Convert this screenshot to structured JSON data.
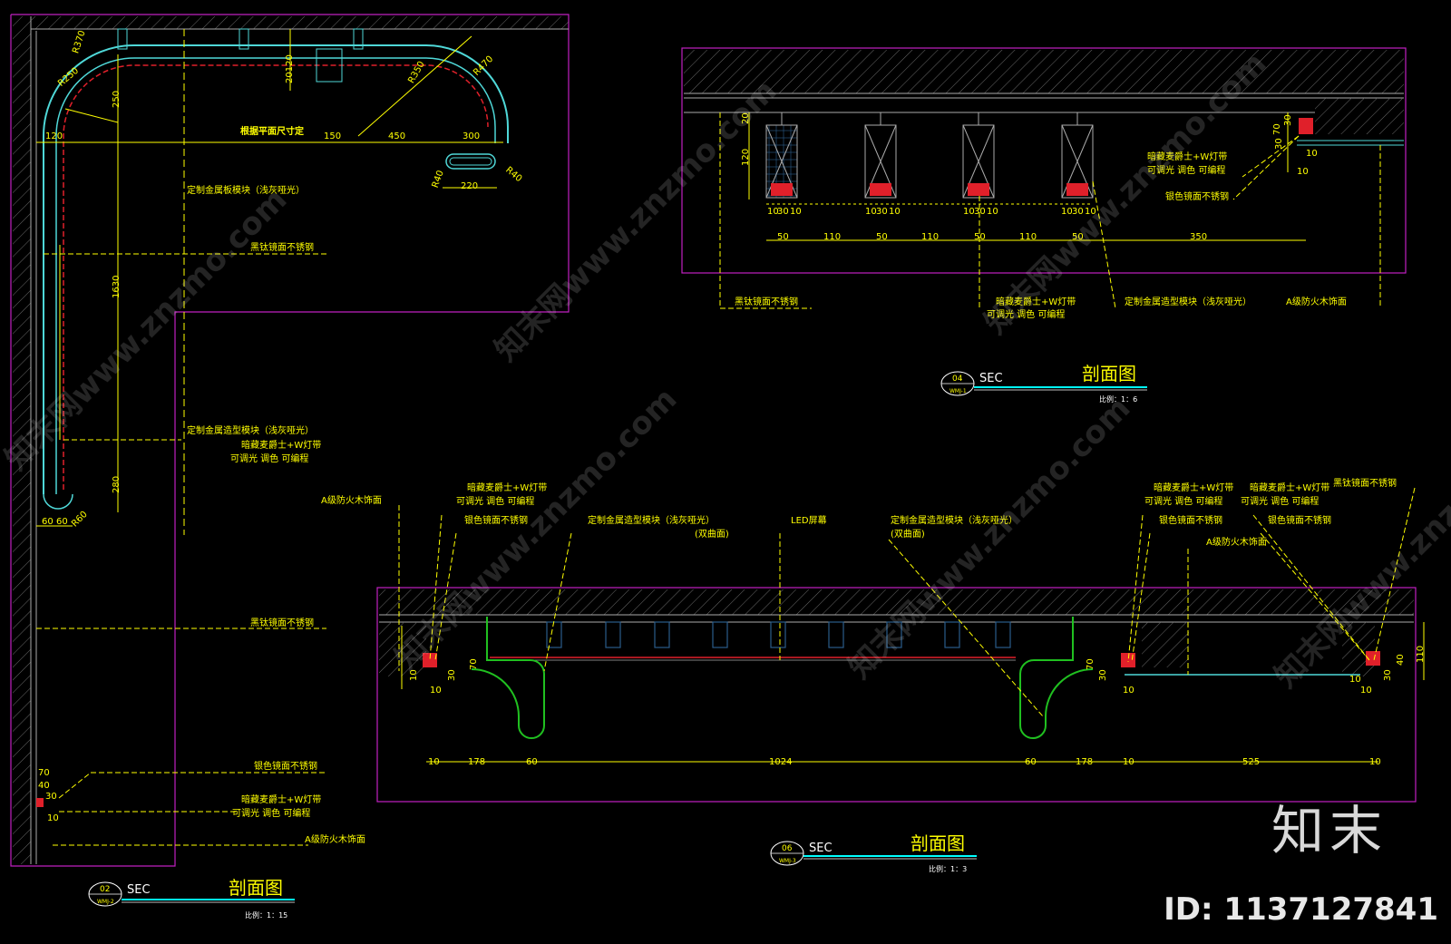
{
  "colors": {
    "background": "#000000",
    "dim": "#ffff00",
    "leader": "#ffff00",
    "frame": "#c020c0",
    "outline": "#4fd8d8",
    "red": "#e0202a",
    "green": "#20c020",
    "title": "#ffff00",
    "rule": "#00ffff"
  },
  "detail02": {
    "bubble_num": "02",
    "bubble_sub": "WMJ-2",
    "sec": "SEC",
    "title": "剖面图",
    "scale": "比例：1：15",
    "radii": [
      "R370",
      "R250",
      "R350",
      "R470",
      "R40",
      "R40",
      "R60"
    ],
    "dims": [
      "120",
      "250",
      "20120",
      "150",
      "450",
      "300",
      "220",
      "1630",
      "280",
      "60",
      "60",
      "70",
      "40",
      "30",
      "10"
    ],
    "note_plan": "根据平面尺寸定",
    "labels": [
      "定制金属板模块（浅灰哑光）",
      "黑钛镜面不锈钢",
      "定制金属造型模块（浅灰哑光）",
      "暗藏麦爵士+W灯带",
      "可调光 调色 可编程",
      "黑钛镜面不锈钢",
      "银色镜面不锈钢",
      "暗藏麦爵士+W灯带",
      "可调光 调色 可编程",
      "A级防火木饰面"
    ]
  },
  "detail04": {
    "bubble_num": "04",
    "bubble_sub": "WMJ-1",
    "sec": "SEC",
    "title": "剖面图",
    "scale": "比例：1：6",
    "dims_v": [
      "20",
      "120",
      "70",
      "30",
      "10",
      "30",
      "10"
    ],
    "dims_small": [
      "10",
      "30",
      "10",
      "10",
      "30",
      "10",
      "10",
      "30",
      "10",
      "10",
      "30",
      "10"
    ],
    "dims_bottom": [
      "50",
      "110",
      "50",
      "110",
      "50",
      "110",
      "50",
      "350"
    ],
    "right_labels": [
      "暗藏麦爵士+W灯带",
      "可调光 调色 可编程",
      "银色镜面不锈钢"
    ],
    "bottom_labels": [
      "黑钛镜面不锈钢",
      "暗藏麦爵士+W灯带",
      "可调光 调色 可编程",
      "定制金属造型模块（浅灰哑光）",
      "A级防火木饰面"
    ]
  },
  "detail06": {
    "bubble_num": "06",
    "bubble_sub": "WMJ-3",
    "sec": "SEC",
    "title": "剖面图",
    "scale": "比例：1：3",
    "labels_top": [
      "暗藏麦爵士+W灯带",
      "可调光 调色 可编程",
      "银色镜面不锈钢",
      "定制金属造型模块（浅灰哑光）",
      "(双曲面)",
      "LED屏幕",
      "定制金属造型模块（浅灰哑光）",
      "(双曲面)",
      "暗藏麦爵士+W灯带",
      "可调光 调色 可编程",
      "银色镜面不锈钢",
      "暗藏麦爵士+W灯带",
      "可调光 调色 可编程",
      "银色镜面不锈钢",
      "黑钛镜面不锈钢",
      "A级防火木饰面"
    ],
    "left_label": "A级防火木饰面",
    "dims_bottom": [
      "10",
      "178",
      "60",
      "1024",
      "60",
      "178",
      "10",
      "525",
      "10"
    ],
    "dims_v_left": [
      "10",
      "10",
      "30",
      "70"
    ],
    "dims_v_mid": [
      "30",
      "10",
      "70"
    ],
    "dims_v_right": [
      "10",
      "10",
      "30",
      "40",
      "110"
    ]
  },
  "watermark": {
    "text": "知末网www.znzmo.com"
  },
  "brand": {
    "name": "知末",
    "id": "ID: 1137127841"
  }
}
